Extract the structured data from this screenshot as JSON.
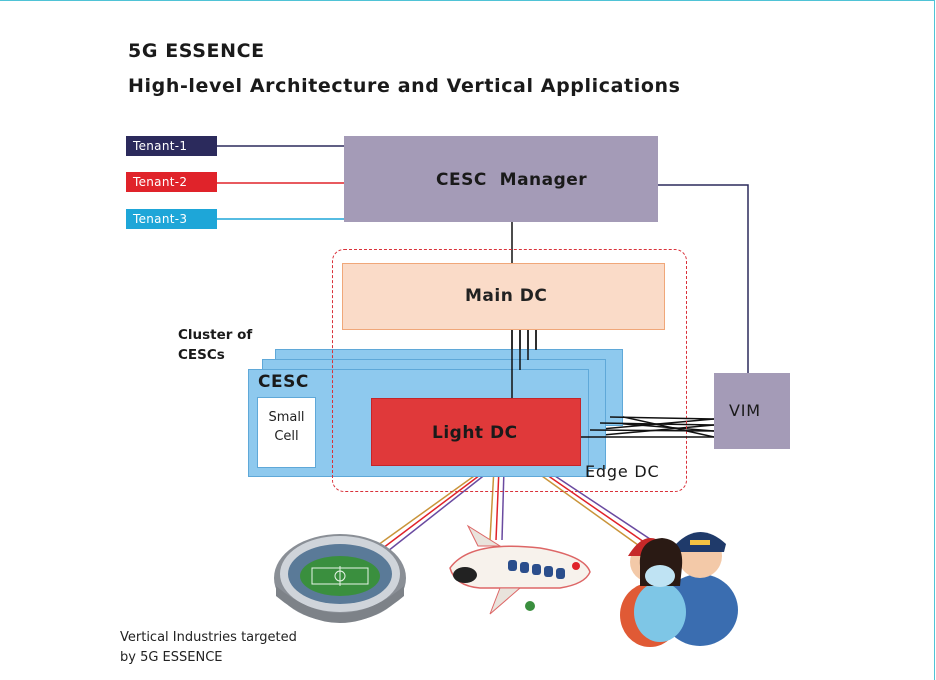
{
  "title": {
    "line1": "5G ESSENCE",
    "line2": "High-level Architecture and Vertical Applications"
  },
  "tenants": [
    {
      "label": "Tenant-1",
      "color": "#2b2a5c"
    },
    {
      "label": "Tenant-2",
      "color": "#e0232a"
    },
    {
      "label": "Tenant-3",
      "color": "#1ea6d8"
    }
  ],
  "nodes": {
    "cesc_manager": "CESC  Manager",
    "main_dc": "Main DC",
    "light_dc": "Light DC",
    "edge_dc": "Edge DC",
    "cesc": "CESC",
    "small_cell": "Small Cell",
    "cluster": "Cluster of CESCs",
    "vim": "VIM"
  },
  "verticals": {
    "caption": "Vertical Industries targeted by 5G ESSENCE",
    "icons": [
      "stadium-icon",
      "airplane-icon",
      "first-responders-icon"
    ]
  },
  "colors": {
    "manager": "#a49bb7",
    "main_dc": "#fadbc8",
    "light_dc": "#e0393a",
    "cesc": "#8ec9ee",
    "edge_border": "#d9313a",
    "frame": "#4fc3d6"
  }
}
